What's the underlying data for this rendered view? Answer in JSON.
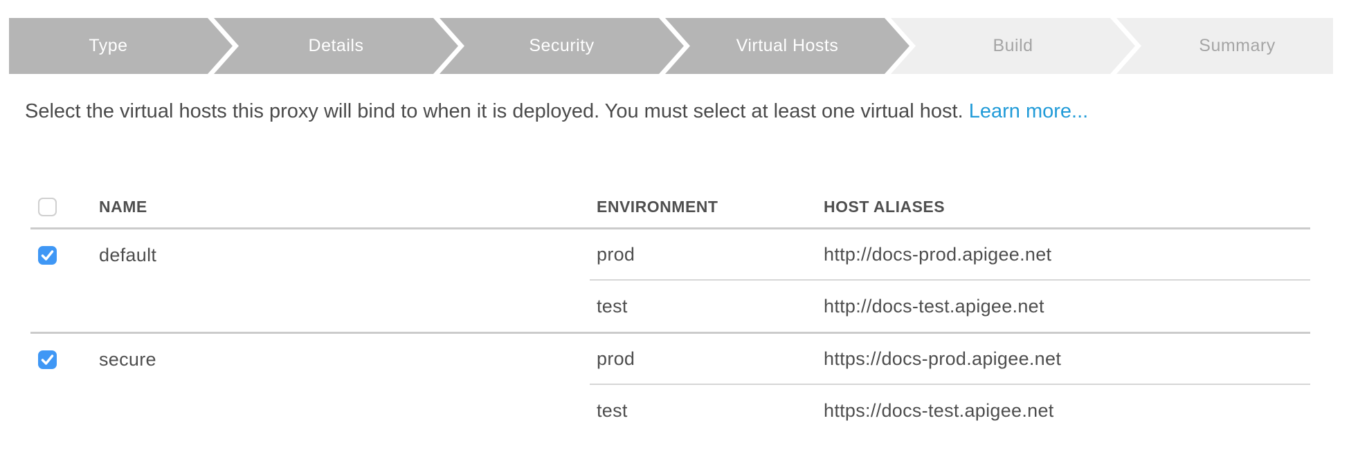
{
  "wizard": {
    "steps": [
      {
        "label": "Type",
        "state": "completed"
      },
      {
        "label": "Details",
        "state": "completed"
      },
      {
        "label": "Security",
        "state": "completed"
      },
      {
        "label": "Virtual Hosts",
        "state": "current"
      },
      {
        "label": "Build",
        "state": "upcoming"
      },
      {
        "label": "Summary",
        "state": "upcoming"
      }
    ]
  },
  "instruction": {
    "text": "Select the virtual hosts this proxy will bind to when it is deployed. You must select at least one virtual host.",
    "link_label": "Learn more..."
  },
  "table": {
    "headers": {
      "name": "NAME",
      "environment": "ENVIRONMENT",
      "host_aliases": "HOST ALIASES"
    },
    "select_all_checked": false,
    "rows": [
      {
        "name": "default",
        "checked": true,
        "bindings": [
          {
            "environment": "prod",
            "host_alias": "http://docs-prod.apigee.net"
          },
          {
            "environment": "test",
            "host_alias": "http://docs-test.apigee.net"
          }
        ]
      },
      {
        "name": "secure",
        "checked": true,
        "bindings": [
          {
            "environment": "prod",
            "host_alias": "https://docs-prod.apigee.net"
          },
          {
            "environment": "test",
            "host_alias": "https://docs-test.apigee.net"
          }
        ]
      }
    ]
  },
  "colors": {
    "step_active_bg": "#b5b5b5",
    "step_inactive_bg": "#efefef",
    "step_inactive_text": "#a5a5a5",
    "link_blue": "#219bd8",
    "checkbox_checked_blue": "#3f97f5"
  }
}
